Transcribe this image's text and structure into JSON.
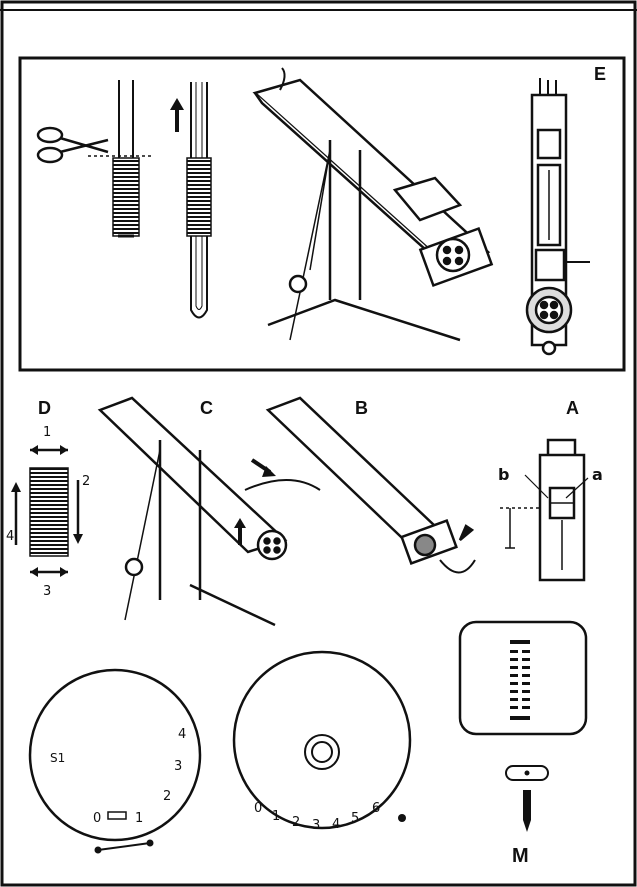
{
  "panels": {
    "E": {
      "label": "E"
    },
    "A": {
      "label": "A",
      "callouts": {
        "a": "a",
        "b": "b"
      }
    },
    "B": {
      "label": "B"
    },
    "C": {
      "label": "C"
    },
    "D": {
      "label": "D",
      "steps": [
        "1",
        "2",
        "3",
        "4"
      ]
    },
    "M": {
      "label": "M"
    }
  },
  "dials": {
    "stitch_length": {
      "marks": [
        "0",
        "1",
        "2",
        "3",
        "4",
        "S1"
      ]
    },
    "stitch_width": {
      "marks": [
        "0",
        "1",
        "2",
        "3",
        "4",
        "5",
        "6"
      ]
    }
  }
}
